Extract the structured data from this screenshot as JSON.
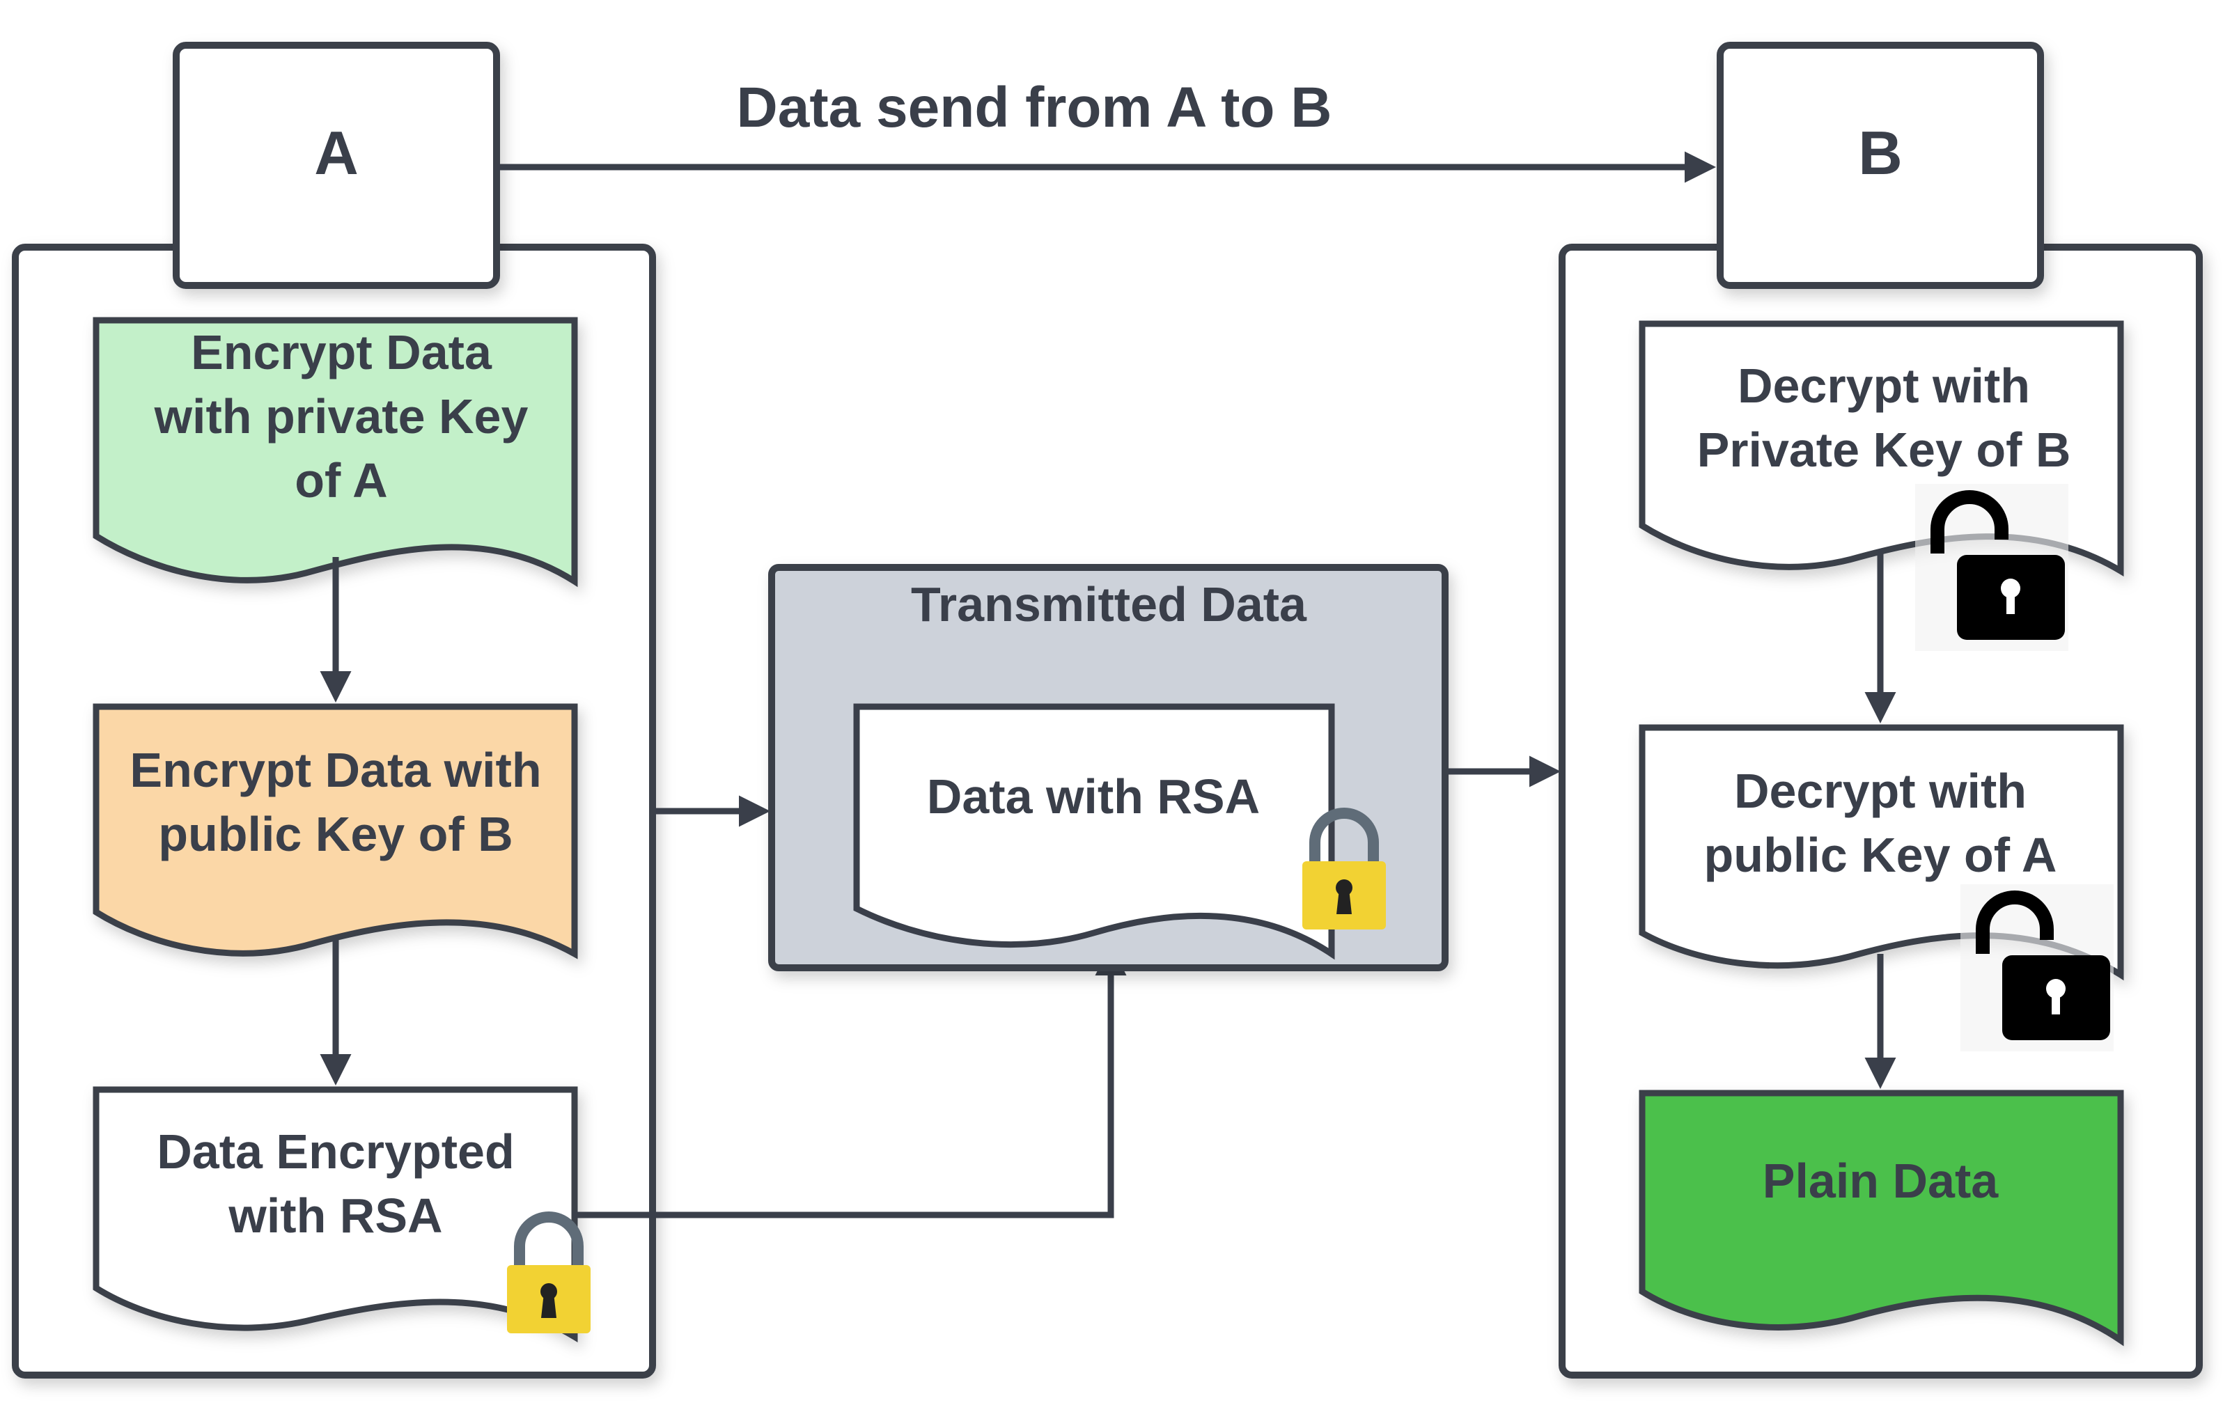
{
  "header": {
    "node_a": "A",
    "node_b": "B",
    "flow_label": "Data send from A  to B"
  },
  "left_panel": {
    "step1": [
      "Encrypt Data",
      "with private Key",
      "of A"
    ],
    "step2": [
      "Encrypt Data with",
      "public Key of B"
    ],
    "step3": [
      "Data Encrypted",
      "with  RSA"
    ]
  },
  "middle_panel": {
    "title": "Transmitted Data",
    "doc": "Data with RSA"
  },
  "right_panel": {
    "step1": [
      "Decrypt with",
      "Private Key of B"
    ],
    "step2": [
      "Decrypt with",
      "public Key of A"
    ],
    "step3": "Plain Data"
  },
  "icons": {
    "locked": "padlock-locked-icon",
    "unlocked": "padlock-unlocked-icon"
  },
  "colors": {
    "stroke": "#3a3f4a",
    "green_light": "#c3f0c9",
    "orange_light": "#fbd7a7",
    "green_strong": "#4cc04c",
    "panel_gray": "#cdd2da",
    "lock_yellow": "#f2d233",
    "unlock_black": "#000000"
  }
}
